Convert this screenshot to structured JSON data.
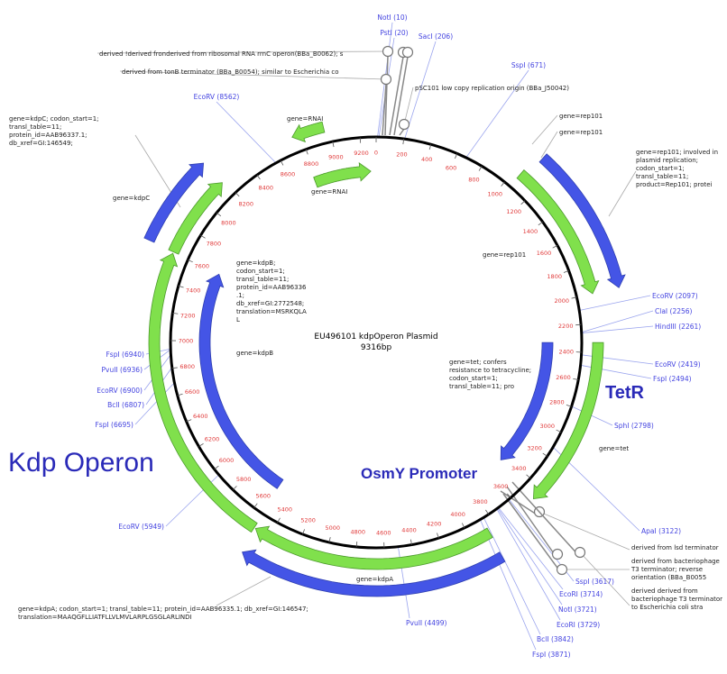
{
  "title": "EU496101 kdpOperon Plasmid",
  "length_label": "9316bp",
  "sequence_length": 9316,
  "tick_step": 200,
  "colors": {
    "gene_green": "#80e04c",
    "cds_blue": "#4455e6",
    "site_text": "#4444e0",
    "tick_text": "#e03a3a",
    "highlight": "#2a2ab8",
    "backbone": "#000000"
  },
  "highlights": {
    "kdp_operon": "Kdp Operon",
    "tetr": "TetR",
    "osmy": "OsmY Promoter"
  },
  "features": [
    {
      "name": "RNAI",
      "kind": "gene",
      "color": "green",
      "track": "outer",
      "start": 8960,
      "end": 8740
    },
    {
      "name": "RNAI",
      "kind": "gene",
      "color": "green",
      "track": "inner",
      "start": 8780,
      "end": 9270
    },
    {
      "name": "rep101",
      "kind": "gene",
      "color": "green",
      "track": "outer",
      "start": 1050,
      "end": 2000
    },
    {
      "name": "rep101",
      "kind": "CDS",
      "color": "blue",
      "track": "outermost",
      "start": 1090,
      "end": 2000
    },
    {
      "name": "tet",
      "kind": "gene",
      "color": "green",
      "track": "outer",
      "start": 2330,
      "end": 3490
    },
    {
      "name": "tet",
      "kind": "CDS",
      "color": "blue",
      "track": "inner",
      "start": 2330,
      "end": 3450
    },
    {
      "name": "kdpA",
      "kind": "gene",
      "color": "green",
      "track": "outer",
      "start": 3860,
      "end": 5510
    },
    {
      "name": "kdpA",
      "kind": "CDS",
      "color": "blue",
      "track": "outermost",
      "start": 3870,
      "end": 5500
    },
    {
      "name": "kdpB",
      "kind": "gene",
      "color": "green",
      "track": "outer",
      "start": 5520,
      "end": 7600
    },
    {
      "name": "kdpB",
      "kind": "CDS",
      "color": "blue",
      "track": "inner",
      "start": 5540,
      "end": 7595
    },
    {
      "name": "kdpC",
      "kind": "gene",
      "color": "green",
      "track": "outer",
      "start": 7610,
      "end": 8180
    },
    {
      "name": "kdpC",
      "kind": "CDS",
      "color": "blue",
      "track": "outermost",
      "start": 7615,
      "end": 8180
    }
  ],
  "restriction_sites": [
    {
      "label": "NotI (10)",
      "position": 10
    },
    {
      "label": "PstI (20)",
      "position": 20
    },
    {
      "label": "SacI (206)",
      "position": 206
    },
    {
      "label": "SspI (671)",
      "position": 671
    },
    {
      "label": "EcoRV (8562)",
      "position": 8562
    },
    {
      "label": "EcoRV (2097)",
      "position": 2097
    },
    {
      "label": "ClaI (2256)",
      "position": 2256
    },
    {
      "label": "HindIII (2261)",
      "position": 2261
    },
    {
      "label": "EcoRV (2419)",
      "position": 2419
    },
    {
      "label": "FspI (2494)",
      "position": 2494
    },
    {
      "label": "SphI (2798)",
      "position": 2798
    },
    {
      "label": "ApaI (3122)",
      "position": 3122
    },
    {
      "label": "SspI (3617)",
      "position": 3617
    },
    {
      "label": "EcoRI (3714)",
      "position": 3714
    },
    {
      "label": "NotI (3721)",
      "position": 3721
    },
    {
      "label": "EcoRI (3729)",
      "position": 3729
    },
    {
      "label": "BclI (3842)",
      "position": 3842
    },
    {
      "label": "FspI (3871)",
      "position": 3871
    },
    {
      "label": "PvuII (4499)",
      "position": 4499
    },
    {
      "label": "EcoRV (5949)",
      "position": 5949
    },
    {
      "label": "FspI (6940)",
      "position": 6940
    },
    {
      "label": "PvuII (6936)",
      "position": 6936
    },
    {
      "label": "EcoRV (6900)",
      "position": 6900
    },
    {
      "label": "BclI (6807)",
      "position": 6807
    },
    {
      "label": "FspI (6695)",
      "position": 6695
    }
  ],
  "annotations": [
    "derived !derived fronderived from ribosomal RNA rrnC operon(BBa_B0062); s",
    "derived from tonB terminator (BBa_B0054); similar to Escherichia co",
    "pSC101 low copy replication origin (BBa_J50042)",
    "gene=RNAI",
    "gene=RNAI",
    "gene=rep101; involved in plasmid replication; codon_start=1; transl_table=11; product=Rep101; protei",
    "gene=rep101",
    "gene=tet; confers resistance to tetracycline; codon_start=1; transl_table=11; pro",
    "gene=tet",
    "gene=kdpA; codon_start=1; transl_table=11; protein_id=AAB96335.1; db_xref=GI:146547; translation=MAAQGFLLIATFLLVLMVLARPLGSGLARLINDI",
    "gene=kdpA",
    "gene=kdpB; codon_start=1; transl_table=11; protein_id=AAB96336.1; db_xref=GI:2772548; translation=MSRKQLAL",
    "gene=kdpB",
    "gene=kdpC",
    "gene=kdpC; codon_start=1; transl_table=11; protein_id=AAB96337.1; db_xref=GI:146549;",
    "derived from lsd terminator",
    "derived from bacteriophage T3 terminator; reverse orientation (BBa_B0055",
    "derived derived from bacteriophage T3 terminator to Escherichia coli stra",
    "gene=rep101",
    "gene=rep101"
  ]
}
